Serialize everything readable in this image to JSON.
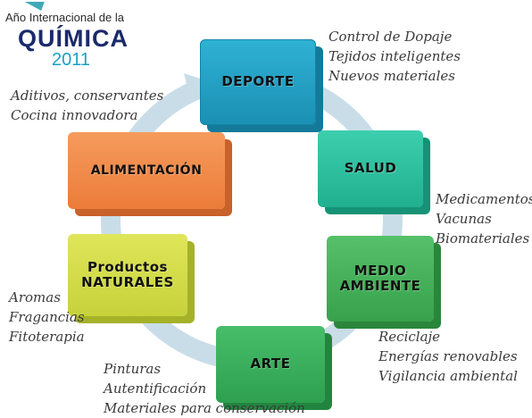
{
  "logo": {
    "line1": "Año Internacional de la",
    "line2": "QUÍMICA",
    "line3": "2011"
  },
  "nodes": {
    "deporte": {
      "label": "DEPORTE",
      "notes": [
        "Control de Dopaje",
        "Tejidos inteligentes",
        "Nuevos materiales"
      ],
      "color": "#1a9cc2"
    },
    "salud": {
      "label": "SALUD",
      "notes": [
        "Medicamentos",
        "Vacunas",
        "Biomateriales"
      ],
      "color": "#2bbf9c"
    },
    "medio_ambiente": {
      "label_line1": "MEDIO",
      "label_line2": "AMBIENTE",
      "notes": [
        "Reciclaje",
        "Energías renovables",
        "Vigilancia ambiental"
      ],
      "color": "#42af58"
    },
    "arte": {
      "label": "ARTE",
      "notes": [
        "Pinturas",
        "Autentificación",
        "Materiales para conservación"
      ],
      "color": "#36ab5a"
    },
    "productos_naturales": {
      "label_line1": "Productos",
      "label_line2": "NATURALES",
      "notes": [
        "Aromas",
        "Fragancias",
        "Fitoterapia"
      ],
      "color": "#d3dc48"
    },
    "alimentacion": {
      "label": "ALIMENTACIÓN",
      "notes": [
        "Aditivos, conservantes",
        "Cocina innovadora"
      ],
      "color": "#f08a45"
    }
  },
  "ring_color": "#c9dde8"
}
